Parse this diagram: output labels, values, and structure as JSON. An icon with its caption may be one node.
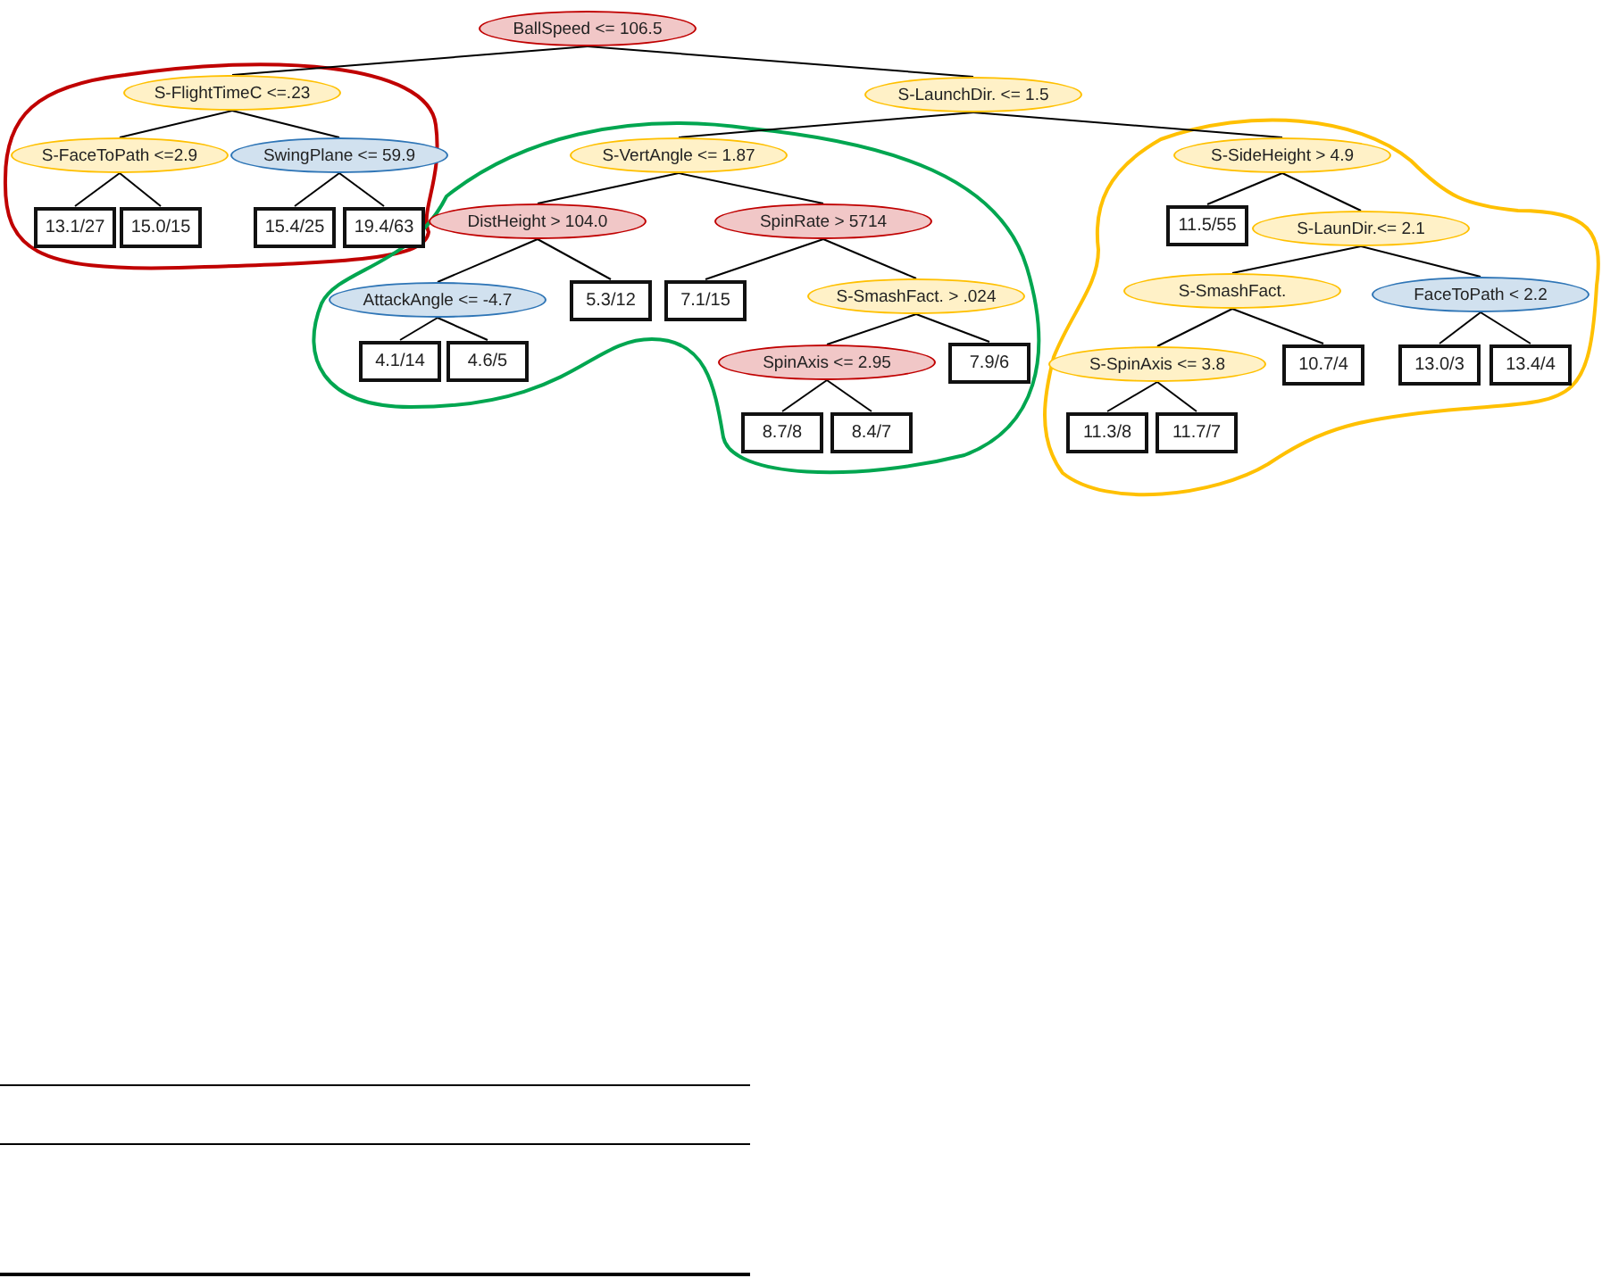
{
  "diagram": {
    "nodes": [
      {
        "text": [
          "BallSpeed <= 106.5"
        ]
      },
      {
        "text": [
          "S-FlightTimeC <=.23"
        ]
      },
      {
        "text": [
          "S-FaceToPath <=2.9"
        ]
      },
      {
        "text": [
          "SwingPlane <= 59.9"
        ]
      },
      {
        "text": [
          "13.1/27"
        ]
      },
      {
        "text": [
          "15.0/15"
        ]
      },
      {
        "text": [
          "15.4/25"
        ]
      },
      {
        "text": [
          "19.4/63"
        ]
      },
      {
        "text": [
          "S-LaunchDir. <= 1.5"
        ]
      },
      {
        "text": [
          "S-VertAngle <= 1.87"
        ]
      },
      {
        "text": [
          "DistHeight > 104.0"
        ]
      },
      {
        "text": [
          "SpinRate > 5714"
        ]
      },
      {
        "text": [
          "AttackAngle <= -4.7"
        ]
      },
      {
        "text": [
          "5.3/12"
        ]
      },
      {
        "text": [
          "7.1/15"
        ]
      },
      {
        "text": [
          "S-SmashFact. > .024"
        ]
      },
      {
        "text": [
          "4.1/14"
        ]
      },
      {
        "text": [
          "4.6/5"
        ]
      },
      {
        "text": [
          "SpinAxis <= 2.95"
        ]
      },
      {
        "text": [
          "7.9/6"
        ]
      },
      {
        "text": [
          "8.7/8"
        ]
      },
      {
        "text": [
          "8.4/7"
        ]
      },
      {
        "text": [
          "S-SideHeight > 4.9"
        ]
      },
      {
        "text": [
          "11.5/55"
        ]
      },
      {
        "text": [
          "S-LaunDir.<= 2.1"
        ]
      },
      {
        "text": [
          "S-SmashFact."
        ]
      },
      {
        "text": [
          "FaceToPath < 2.2"
        ]
      },
      {
        "text": [
          "S-SpinAxis <= 3.8"
        ]
      },
      {
        "text": [
          "10.7/4"
        ]
      },
      {
        "text": [
          "13.0/3"
        ]
      },
      {
        "text": [
          "13.4/4"
        ]
      },
      {
        "text": [
          "11.3/8"
        ]
      },
      {
        "text": [
          "11.7/7"
        ]
      }
    ],
    "edges": [
      {
        "from": 0,
        "to": 1,
        "arrow": "none"
      },
      {
        "from": 0,
        "to": 8,
        "arrow": "none"
      },
      {
        "from": 1,
        "to": 2,
        "arrow": "none"
      },
      {
        "from": 1,
        "to": 3,
        "arrow": "none"
      },
      {
        "from": 2,
        "to": 4,
        "arrow": "none"
      },
      {
        "from": 2,
        "to": 5,
        "arrow": "none"
      },
      {
        "from": 3,
        "to": 6,
        "arrow": "none"
      },
      {
        "from": 3,
        "to": 7,
        "arrow": "none"
      },
      {
        "from": 8,
        "to": 9,
        "arrow": "none"
      },
      {
        "from": 8,
        "to": 22,
        "arrow": "none"
      },
      {
        "from": 9,
        "to": 10,
        "arrow": "none"
      },
      {
        "from": 9,
        "to": 11,
        "arrow": "none"
      },
      {
        "from": 10,
        "to": 12,
        "arrow": "none"
      },
      {
        "from": 10,
        "to": 13,
        "arrow": "none"
      },
      {
        "from": 11,
        "to": 14,
        "arrow": "none"
      },
      {
        "from": 11,
        "to": 15,
        "arrow": "none"
      },
      {
        "from": 12,
        "to": 16,
        "arrow": "none"
      },
      {
        "from": 12,
        "to": 17,
        "arrow": "none"
      },
      {
        "from": 15,
        "to": 18,
        "arrow": "none"
      },
      {
        "from": 15,
        "to": 19,
        "arrow": "none"
      },
      {
        "from": 18,
        "to": 20,
        "arrow": "none"
      },
      {
        "from": 18,
        "to": 21,
        "arrow": "none"
      },
      {
        "from": 22,
        "to": 23,
        "arrow": "none"
      },
      {
        "from": 22,
        "to": 24,
        "arrow": "none"
      },
      {
        "from": 24,
        "to": 25,
        "arrow": "none"
      },
      {
        "from": 24,
        "to": 26,
        "arrow": "none"
      },
      {
        "from": 25,
        "to": 27,
        "arrow": "none"
      },
      {
        "from": 25,
        "to": 28,
        "arrow": "none"
      },
      {
        "from": 26,
        "to": 29,
        "arrow": "none"
      },
      {
        "from": 26,
        "to": 30,
        "arrow": "none"
      },
      {
        "from": 27,
        "to": 31,
        "arrow": "none"
      },
      {
        "from": 27,
        "to": 32,
        "arrow": "none"
      }
    ]
  }
}
